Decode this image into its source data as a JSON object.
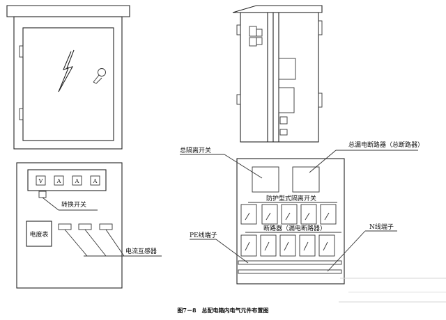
{
  "labels": {
    "main_isolation_switch": "总隔离开关",
    "main_leakage_breaker": "总漏电断路器（总断路器）",
    "protective_isolation_switch": "防护型式隔离开关",
    "breaker": "断路器（漏电断路器）",
    "pe_terminal": "PE线端子",
    "n_terminal": "N线端子",
    "selector_switch": "转换开关",
    "energy_meter": "电度表",
    "current_transformer": "电流互感器"
  },
  "meters": [
    "V",
    "A",
    "A",
    "A"
  ],
  "caption": "图7－8　总配电箱内电气元件布置图"
}
